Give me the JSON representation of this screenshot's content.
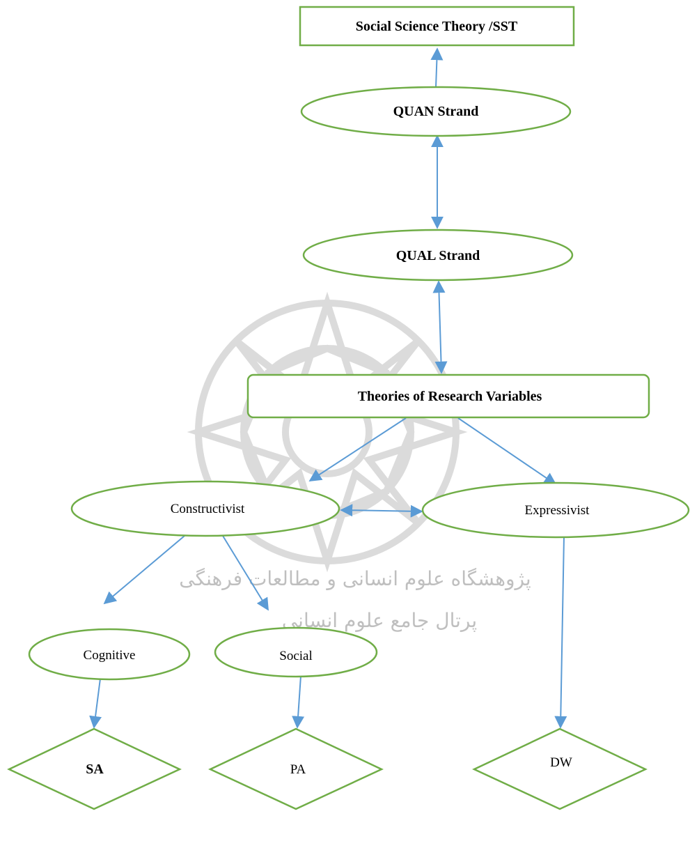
{
  "colors": {
    "node_border": "#70ad47",
    "arrow": "#5b9bd5",
    "watermark": "#bfbfbf"
  },
  "nodes": {
    "sst": "Social Science Theory /SST",
    "quan": "QUAN Strand",
    "qual": "QUAL Strand",
    "theories": "Theories of Research Variables",
    "constructivist": "Constructivist",
    "expressivist": "Expressivist",
    "cognitive": "Cognitive",
    "social": "Social",
    "sa": "SA",
    "pa": "PA",
    "dw": "DW"
  },
  "watermark": {
    "line1": "پژوهشگاه علوم انسانی و مطالعات فرهنگی",
    "line2": "پرتال جامع علوم انسانی"
  }
}
